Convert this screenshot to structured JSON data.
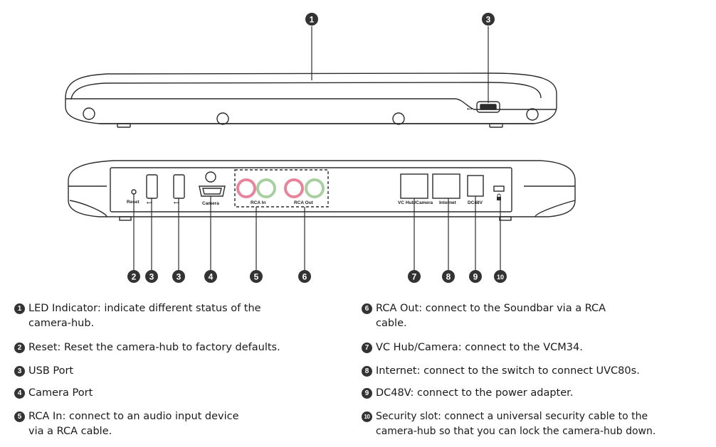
{
  "callouts": [
    "1",
    "2",
    "3",
    "3",
    "4",
    "5",
    "6",
    "7",
    "8",
    "9",
    "10"
  ],
  "port_labels": {
    "reset": "Reset",
    "camera": "Camera",
    "rca_in": "RCA In",
    "rca_out": "RCA Out",
    "vc_hub_camera": "VC Hub/Camera",
    "internet": "Internet",
    "dc48v": "DC48V"
  },
  "legend_left": [
    {
      "num": "1",
      "text": "LED Indicator: indicate different status of the",
      "cont": "camera-hub."
    },
    {
      "num": "2",
      "text": "Reset: Reset the camera-hub to factory defaults.",
      "cont": ""
    },
    {
      "num": "3",
      "text": "USB Port",
      "cont": ""
    },
    {
      "num": "4",
      "text": "Camera Port",
      "cont": ""
    },
    {
      "num": "5",
      "text": "RCA In: connect to an audio input device",
      "cont": "via a RCA cable."
    }
  ],
  "legend_right": [
    {
      "num": "6",
      "text": "RCA Out: connect to the Soundbar via a RCA",
      "cont": "cable."
    },
    {
      "num": "7",
      "text": "VC Hub/Camera: connect to the VCM34.",
      "cont": ""
    },
    {
      "num": "8",
      "text": "Internet: connect to the switch to connect UVC80s.",
      "cont": ""
    },
    {
      "num": "9",
      "text": "DC48V: connect to the power adapter.",
      "cont": ""
    },
    {
      "num": "10",
      "text": "Security slot: connect a universal security cable to the",
      "cont": "camera-hub so that you can lock the camera-hub down."
    }
  ],
  "colors": {
    "outline": "#2b2b2b",
    "badge": "#333333",
    "rca_red": "#e7849b",
    "rca_green": "#a8cfa0"
  }
}
